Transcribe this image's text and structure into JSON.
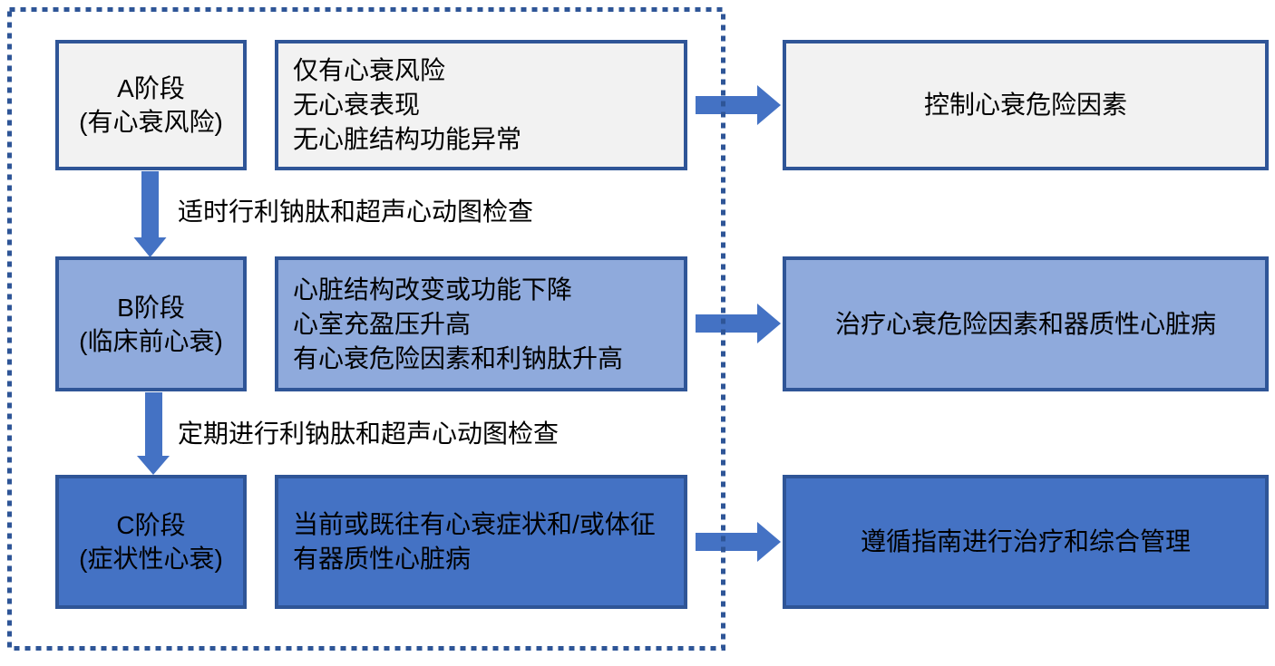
{
  "flowchart": {
    "description": "heart-failure-stages-flowchart",
    "rows": [
      {
        "stage_line1": "A阶段",
        "stage_line2": "(有心衰风险)",
        "criteria": [
          "仅有心衰风险",
          "无心衰表现",
          "无心脏结构功能异常"
        ],
        "action": "控制心衰危险因素"
      },
      {
        "stage_line1": "B阶段",
        "stage_line2": "(临床前心衰)",
        "criteria": [
          "心脏结构改变或功能下降",
          "心室充盈压升高",
          "有心衰危险因素和利钠肽升高"
        ],
        "action": "治疗心衰危险因素和器质性心脏病"
      },
      {
        "stage_line1": "C阶段",
        "stage_line2": "(症状性心衰)",
        "criteria": [
          "当前或既往有心衰症状和/或体征",
          "有器质性心脏病"
        ],
        "action": "遵循指南进行治疗和综合管理"
      }
    ],
    "transitions": [
      {
        "label": "适时行利钠肽和超声心动图检查"
      },
      {
        "label": "定期进行利钠肽和超声心动图检查"
      }
    ],
    "colors": {
      "stage_a_fill": "#f2f2f2",
      "stage_b_fill": "#8faadc",
      "stage_c_fill": "#4472c4",
      "box_border": "#2f5597",
      "arrow": "#4472c4",
      "dotted_boundary": "#2e5597",
      "text": "#000000",
      "background": "#ffffff"
    }
  }
}
